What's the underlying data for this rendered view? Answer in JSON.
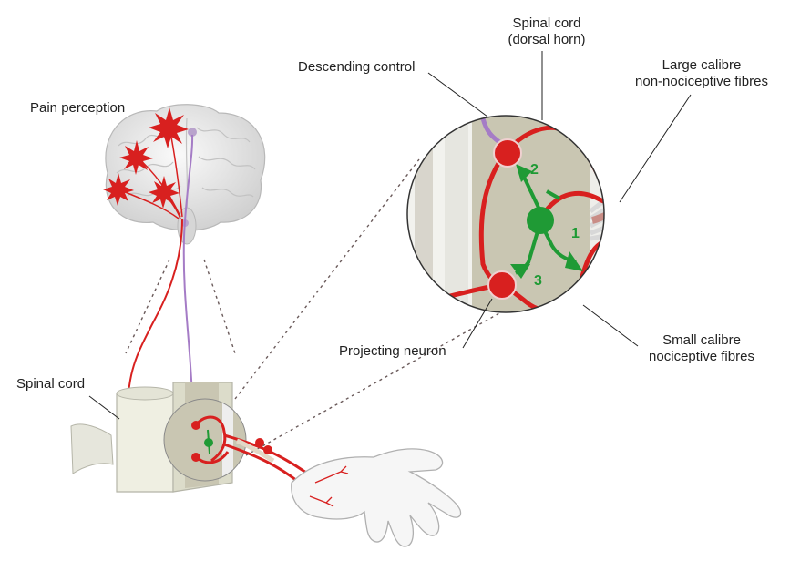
{
  "labels": {
    "pain_perception": "Pain perception",
    "spinal_cord": "Spinal cord",
    "spinal_cord_dorsal_line1": "Spinal cord",
    "spinal_cord_dorsal_line2": "(dorsal horn)",
    "descending_control": "Descending control",
    "large_calibre_line1": "Large calibre",
    "large_calibre_line2": "non-nociceptive fibres",
    "small_calibre_line1": "Small calibre",
    "small_calibre_line2": "nociceptive fibres",
    "projecting_neuron": "Projecting neuron"
  },
  "interneuron_numbers": [
    "1",
    "2",
    "3"
  ],
  "colors": {
    "nociceptive_pathway": "#d8201f",
    "interneuron": "#1f9a35",
    "descending_control": "#a57cc6",
    "grey_matter": "#c9c6b2",
    "cord_tissue": "#efefe6",
    "brain": "#e9e9e9",
    "label_text": "#222222"
  }
}
